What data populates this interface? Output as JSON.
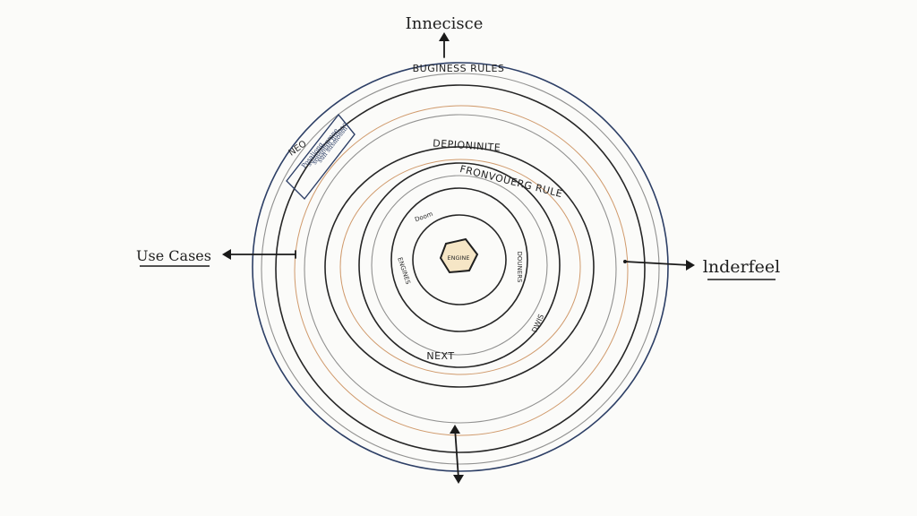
{
  "labels": {
    "top": "Innecisce",
    "left": "Use Cases",
    "right": "lnderfeel",
    "business_rules": "BUGINESS RULES",
    "deployment": "DEPIONINITE",
    "framework": "FRONVOUERG RULE",
    "next": "NEXT",
    "inner_top": "Doom",
    "inner_left": "ENGINES",
    "inner_right": "DOUNERS",
    "right_small": "DWIS",
    "core": "ENGINE",
    "note_title": "NEO"
  },
  "note": {
    "lines": [
      "Posaliong",
      "sumonconmne",
      "sousolan numoc",
      "sun susmossn"
    ]
  },
  "colors": {
    "ink": "#1f1f1f",
    "outer_ring": "#2d3f66",
    "accent_ring": "#c27a3c",
    "core_fill": "#f6e6c6",
    "note_ink": "#2d3f66"
  }
}
